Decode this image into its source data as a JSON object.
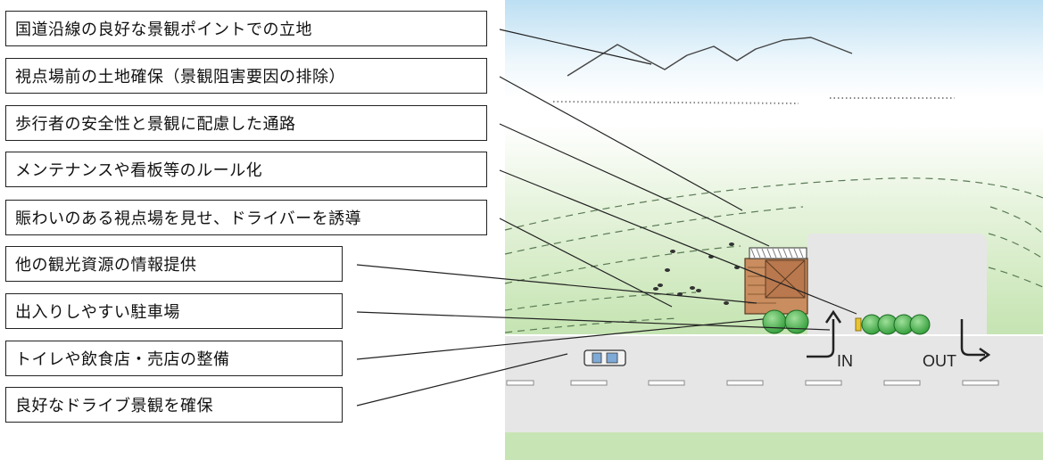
{
  "labels": [
    "国道沿線の良好な景観ポイントでの立地",
    "視点場前の土地確保（景観阻害要因の排除）",
    "歩行者の安全性と景観に配慮した通路",
    "メンテナンスや看板等のルール化",
    "賑わいのある視点場を見せ、ドライバーを誘導",
    "他の観光資源の情報提供",
    "出入りしやすい駐車場",
    "トイレや飲食店・売店の整備",
    "良好なドライブ景観を確保"
  ],
  "road": {
    "in_label": "IN",
    "out_label": "OUT"
  },
  "colors": {
    "sky_top": "#bfe0f2",
    "grass": "#cfe8bf",
    "road": "#e6e6e6",
    "tree": "#3fae3f",
    "building_roof": "#c88a5a",
    "lines": "#222222"
  }
}
